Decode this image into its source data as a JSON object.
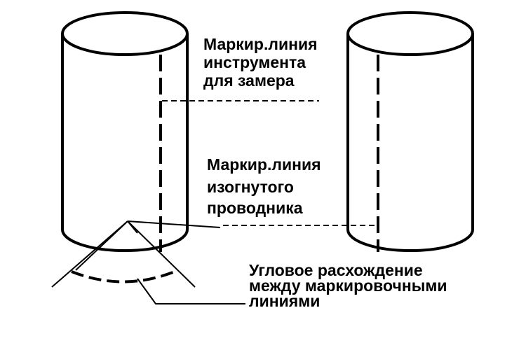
{
  "labels": {
    "tool_marker": {
      "line1": "Маркир.линия",
      "line2": "инструмента",
      "line3": "для замера"
    },
    "bent_conductor_marker": {
      "line1": "Маркир.линия",
      "line2": "изогнутого",
      "line3": "проводника"
    },
    "angular_divergence": {
      "line1": "Угловое расхождение",
      "line2": "между маркировочными",
      "line3": "линиями"
    }
  }
}
